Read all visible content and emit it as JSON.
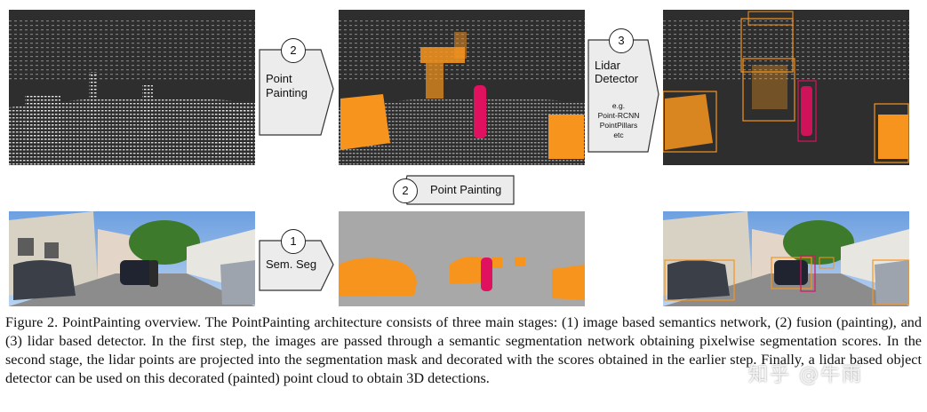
{
  "steps": {
    "point_painting_top": {
      "number": "2",
      "label_line1": "Point",
      "label_line2": "Painting"
    },
    "lidar_detector": {
      "number": "3",
      "label_line1": "Lidar",
      "label_line2": "Detector",
      "sub_line1": "e.g.",
      "sub_line2": "Point-RCNN",
      "sub_line3": "PointPillars",
      "sub_line4": "etc"
    },
    "point_painting_mid": {
      "number": "2",
      "label": "Point Painting"
    },
    "sem_seg": {
      "number": "1",
      "label": "Sem. Seg"
    }
  },
  "caption": {
    "text": "Figure 2. PointPainting overview. The PointPainting architecture consists of three main stages: (1) image based semantics network, (2) fusion (painting), and (3) lidar based detector. In the first step, the images are passed through a semantic segmentation network obtaining pixelwise segmentation scores. In the second stage, the lidar points are projected into the segmentation mask and decorated with the scores obtained in the earlier step. Finally, a lidar based object detector can be used on this decorated (painted) point cloud to obtain 3D detections."
  },
  "watermark": {
    "text": "知乎 @牛雨"
  },
  "colors": {
    "car_orange": "#f7941d",
    "pedestrian_magenta": "#e0115f",
    "seg_gray": "#a8a8a8",
    "lidar_bg": "#2e2e2e"
  }
}
